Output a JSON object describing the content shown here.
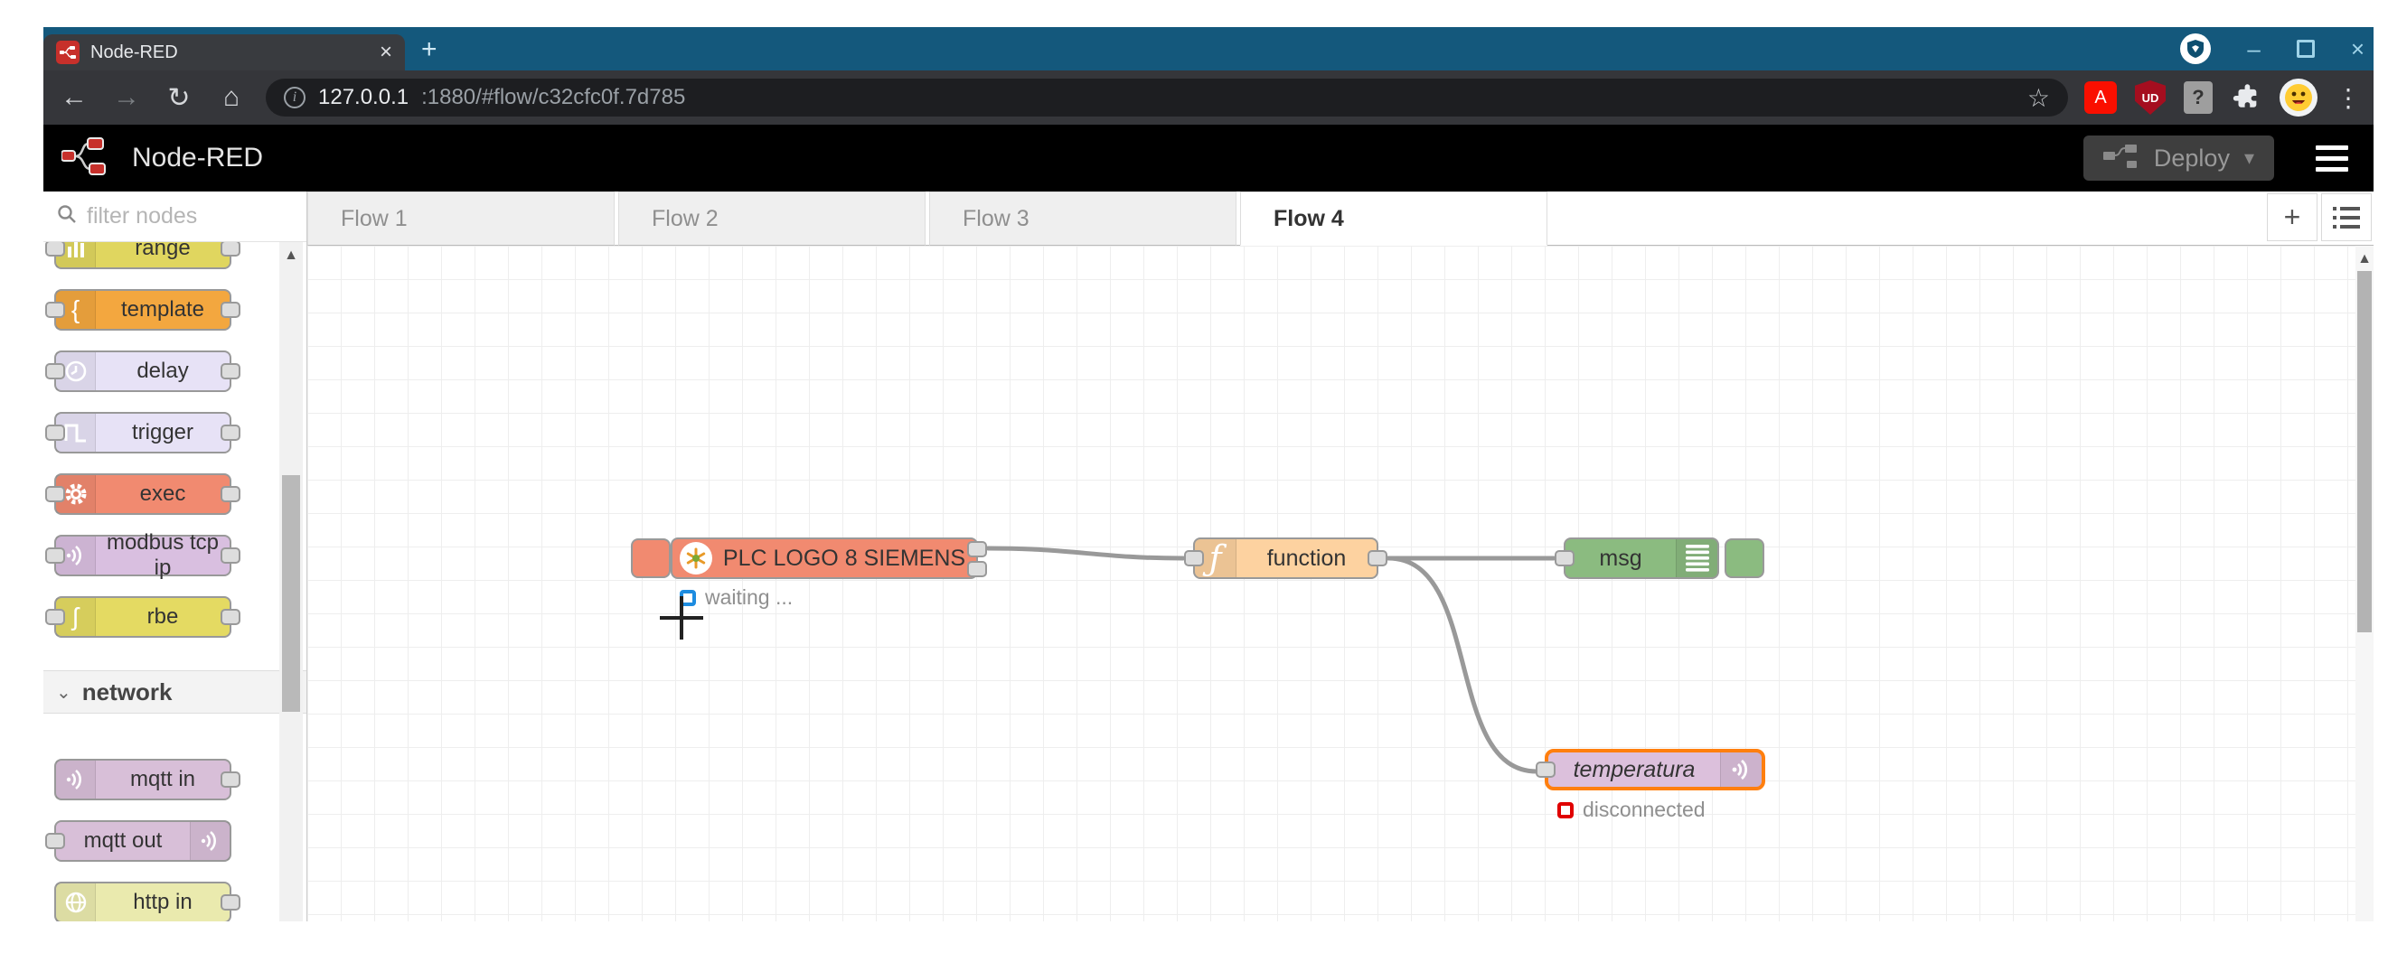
{
  "browser": {
    "tab_title": "Node-RED",
    "url_host": "127.0.0.1",
    "url_rest": ":1880/#flow/c32cfc0f.7d785",
    "icons": {
      "tab_close": "×",
      "new_tab": "+",
      "minimize": "–",
      "close": "×",
      "back": "←",
      "forward": "→",
      "reload": "↻",
      "home": "⌂",
      "info": "i",
      "bookmark_star": "☆",
      "adobe": "A",
      "ud_badge": "UD",
      "help": "?",
      "menu_dots": "⋮"
    }
  },
  "header": {
    "title": "Node-RED",
    "deploy_label": "Deploy",
    "deploy_caret": "▾"
  },
  "palette": {
    "filter_placeholder": "filter nodes",
    "category_network": "network",
    "category_chevron": "⌄",
    "scroll_up_arrow": "▲",
    "items": [
      {
        "label": "range",
        "color": "#e0d65f",
        "icon": "range-bars",
        "ports": "both"
      },
      {
        "label": "template",
        "color": "#f3a73f",
        "icon": "curly-brace",
        "ports": "both",
        "glyph": "{"
      },
      {
        "label": "delay",
        "color": "#e7e2f6",
        "icon": "clock",
        "ports": "both"
      },
      {
        "label": "trigger",
        "color": "#e7e2f6",
        "icon": "square-wave",
        "ports": "both"
      },
      {
        "label": "exec",
        "color": "#f18a70",
        "icon": "gear",
        "ports": "both"
      },
      {
        "label": "modbus tcp ip",
        "color": "#d9bfe0",
        "icon": "wifi",
        "ports": "both"
      },
      {
        "label": "rbe",
        "color": "#e4da62",
        "icon": "edge-filter",
        "ports": "both",
        "glyph": "ʃ"
      },
      {
        "label": "mqtt in",
        "color": "#d8bfd8",
        "icon": "wifi",
        "ports": "out"
      },
      {
        "label": "mqtt out",
        "color": "#d8bfd8",
        "icon": "wifi",
        "ports": "in"
      },
      {
        "label": "http in",
        "color": "#eaeaae",
        "icon": "globe",
        "ports": "out"
      }
    ]
  },
  "flowtabs": {
    "tabs": [
      "Flow 1",
      "Flow 2",
      "Flow 3",
      "Flow 4"
    ],
    "active": "Flow 4",
    "add": "+"
  },
  "flow": {
    "nodes": [
      {
        "label": "PLC LOGO 8 SIEMENS",
        "color": "#f18a70",
        "status": "waiting ...",
        "status_color": "#1d8ce0",
        "icon": "siemens-star",
        "has_button": "left",
        "outputs": 2
      },
      {
        "label": "function",
        "color": "#fdd2a0",
        "icon": "function-f",
        "glyph": "ƒ"
      },
      {
        "label": "msg",
        "color": "#8bbb80",
        "icon": "debug-lines",
        "has_button": "right"
      },
      {
        "label": "temperatura",
        "color": "#dcc0dc",
        "status": "disconnected",
        "status_color": "#e00000",
        "icon": "wifi",
        "selected": true,
        "selection_color": "#ff7f0e"
      }
    ]
  }
}
